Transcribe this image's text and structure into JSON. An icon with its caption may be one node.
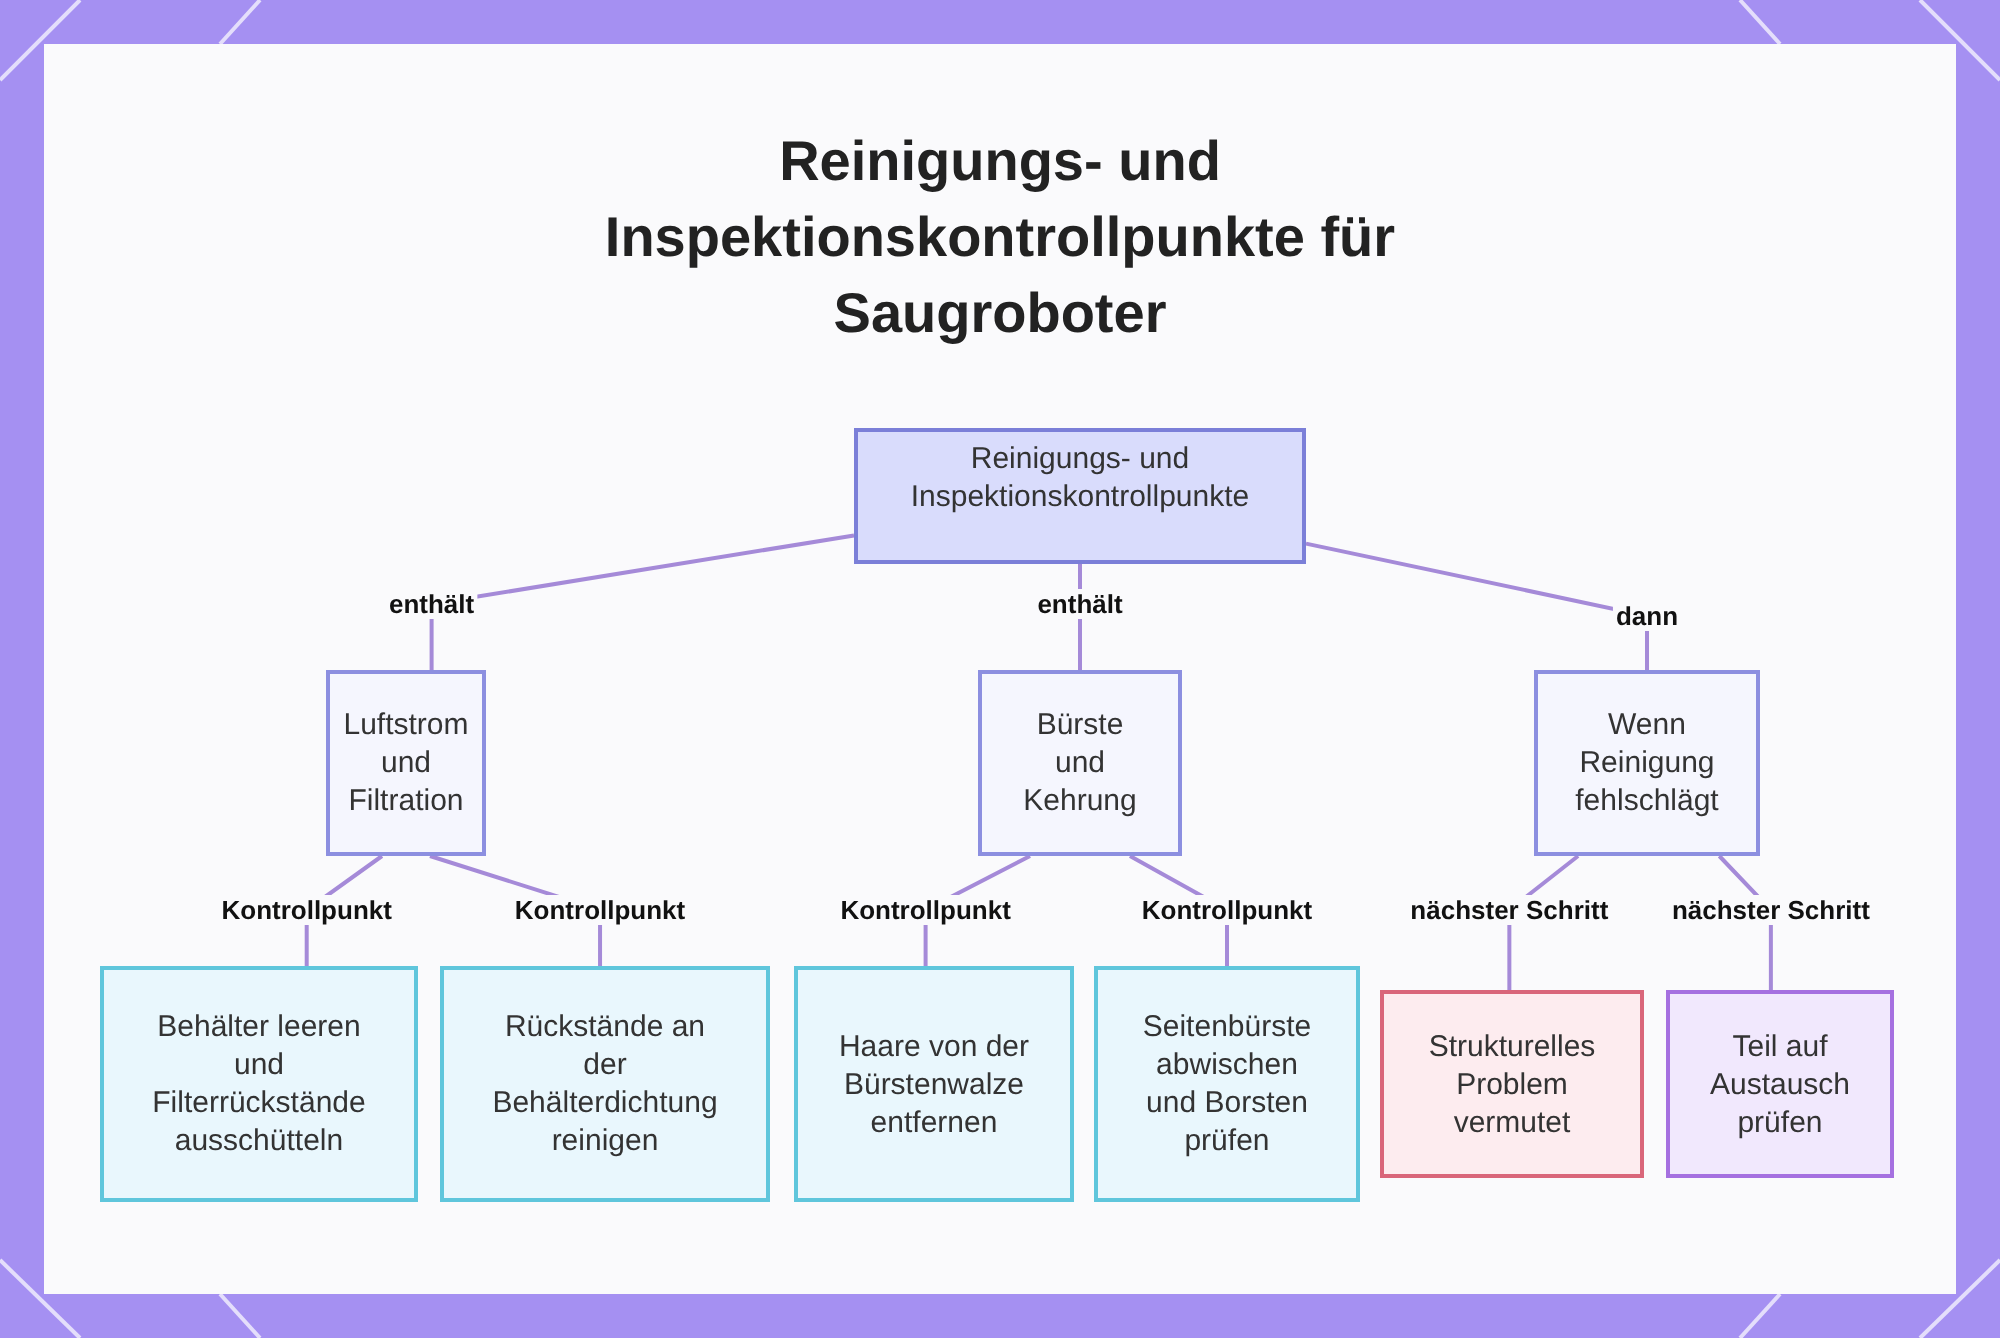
{
  "diagram": {
    "title": "Reinigungs- und Inspektionskontrollpunkte für Saugroboter",
    "nodes": [
      {
        "text": [
          "Reinigungs- und Inspektionskontrollpunkte"
        ]
      },
      {
        "text": [
          "Luftstrom und Filtration"
        ]
      },
      {
        "text": [
          "Bürste und Kehrung"
        ]
      },
      {
        "text": [
          "Wenn Reinigung fehlschlägt"
        ]
      },
      {
        "text": [
          "Behälter leeren und Filterrückstände ausschütteln"
        ]
      },
      {
        "text": [
          "Rückstände an der Behälterdichtung reinigen"
        ]
      },
      {
        "text": [
          "Haare von der Bürstenwalze entfernen"
        ]
      },
      {
        "text": [
          "Seitenbürste abwischen und Borsten prüfen"
        ]
      },
      {
        "text": [
          "Strukturelles Problem vermutet"
        ]
      },
      {
        "text": [
          "Teil auf Austausch prüfen"
        ]
      }
    ],
    "edges": [
      {
        "from": 0,
        "to": 1,
        "arrow": "none",
        "label": "enthält"
      },
      {
        "from": 0,
        "to": 2,
        "arrow": "none",
        "label": "enthält"
      },
      {
        "from": 0,
        "to": 3,
        "arrow": "none",
        "label": "dann"
      },
      {
        "from": 1,
        "to": 4,
        "arrow": "none",
        "label": "Kontrollpunkt"
      },
      {
        "from": 1,
        "to": 5,
        "arrow": "none",
        "label": "Kontrollpunkt"
      },
      {
        "from": 2,
        "to": 6,
        "arrow": "none",
        "label": "Kontrollpunkt"
      },
      {
        "from": 2,
        "to": 7,
        "arrow": "none",
        "label": "Kontrollpunkt"
      },
      {
        "from": 3,
        "to": 8,
        "arrow": "none",
        "label": "nächster Schritt"
      },
      {
        "from": 3,
        "to": 9,
        "arrow": "none",
        "label": "nächster Schritt"
      }
    ]
  }
}
